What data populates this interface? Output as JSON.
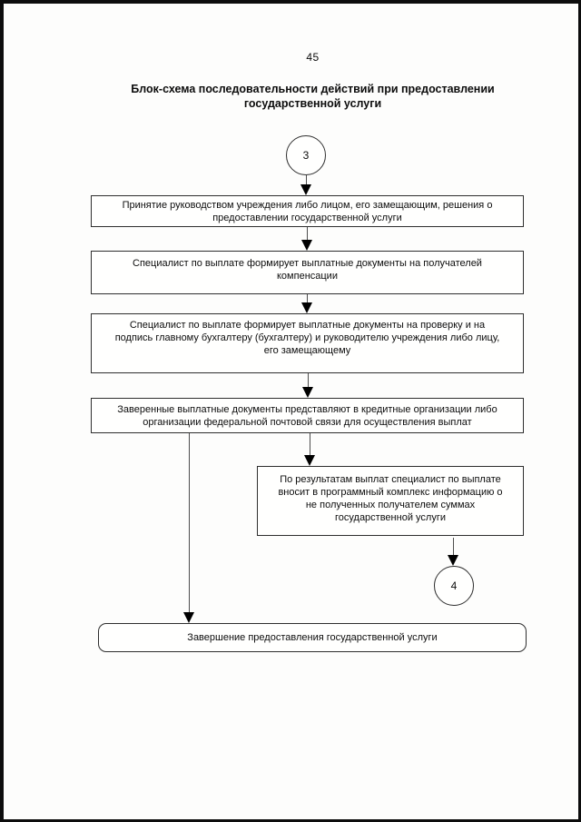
{
  "page": {
    "number": "45",
    "title": "Блок-схема последовательности действий при предоставлении\nгосударственной услуги"
  },
  "flowchart": {
    "start_connector": "3",
    "end_connector": "4",
    "steps": {
      "decision": "Принятие руководством учреждения либо лицом, его замещающим, решения о\nпредоставлении государственной услуги",
      "form_documents": "Специалист по выплате формирует выплатные документы на получателей\nкомпенсации",
      "sign_documents": "Специалист по выплате формирует выплатные документы на проверку и на\nподпись главному бухгалтеру (бухгалтеру) и руководителю учреждения либо лицу,\nего замещающему",
      "submit_documents": "Заверенные выплатные документы представляют в кредитные организации либо\nорганизации федеральной почтовой связи для осуществления выплат",
      "record_unreceived": "По результатам выплат специалист по выплате\nвносит в программный комплекс информацию о\nне полученных получателем суммах\nгосударственной услуги",
      "completion": "Завершение предоставления государственной услуги"
    }
  }
}
